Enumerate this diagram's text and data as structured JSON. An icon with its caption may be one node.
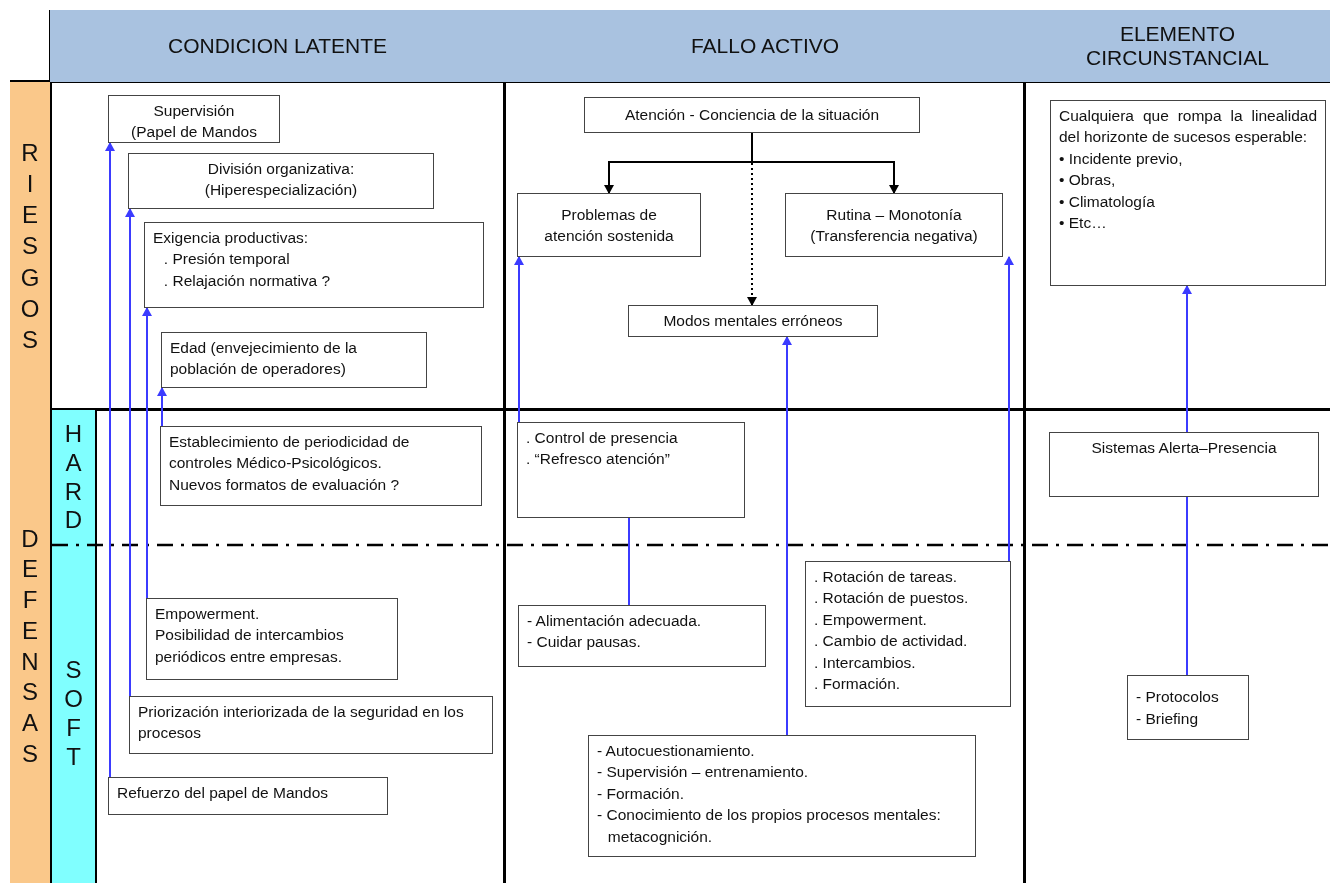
{
  "diagram": {
    "nodes": [
      {
        "text": [
          "CONDICION LATENTE"
        ]
      },
      {
        "text": [
          "FALLO ACTIVO"
        ]
      },
      {
        "text": [
          "ELEMENTO CIRCUNSTANCIAL"
        ]
      },
      {
        "text": [
          "RIESGOS"
        ]
      },
      {
        "text": [
          "DEFENSAS"
        ]
      },
      {
        "text": [
          "HARD"
        ]
      },
      {
        "text": [
          "SOFT"
        ]
      },
      {
        "text": [
          "Supervisión",
          "(Papel de Mandos"
        ]
      },
      {
        "text": [
          "División organizativa:",
          "(Hiperespecialización)"
        ]
      },
      {
        "text": [
          "Exigencia productivas:",
          ". Presión temporal",
          ". Relajación normativa ?"
        ]
      },
      {
        "text": [
          "Edad (envejecimiento de la población de operadores)"
        ]
      },
      {
        "text": [
          "Establecimiento de periodicidad de controles Médico-Psicológicos.",
          "Nuevos formatos de evaluación ?"
        ]
      },
      {
        "text": [
          "Empowerment.",
          "Posibilidad de intercambios periódicos entre empresas."
        ]
      },
      {
        "text": [
          "Priorización interiorizada de la seguridad en los procesos"
        ]
      },
      {
        "text": [
          "Refuerzo del papel de Mandos"
        ]
      },
      {
        "text": [
          "Atención - Conciencia de la situación"
        ]
      },
      {
        "text": [
          "Problemas de",
          "atención sostenida"
        ]
      },
      {
        "text": [
          "Rutina – Monotonía",
          "(Transferencia negativa)"
        ]
      },
      {
        "text": [
          "Modos mentales erróneos"
        ]
      },
      {
        "text": [
          ". Control de presencia",
          ". “Refresco atención”"
        ]
      },
      {
        "text": [
          "- Alimentación adecuada.",
          "- Cuidar pausas."
        ]
      },
      {
        "text": [
          ". Rotación de tareas.",
          ". Rotación de puestos.",
          ". Empowerment.",
          ". Cambio de actividad.",
          ". Intercambios.",
          ". Formación."
        ]
      },
      {
        "text": [
          "- Autocuestionamiento.",
          "- Supervisión – entrenamiento.",
          "- Formación.",
          "- Conocimiento de los propios procesos mentales: metacognición."
        ]
      },
      {
        "text": [
          "Cualquiera que rompa la linealidad del horizonte de sucesos esperable:",
          "• Incidente previo,",
          "• Obras,",
          "• Climatología",
          "• Etc…"
        ]
      },
      {
        "text": [
          "Sistemas Alerta–Presencia"
        ]
      },
      {
        "text": [
          "- Protocolos",
          "- Briefing"
        ]
      }
    ],
    "edges": [
      {
        "from": 14,
        "to": 7,
        "arrow": "to"
      },
      {
        "from": 13,
        "to": 8,
        "arrow": "to"
      },
      {
        "from": 12,
        "to": 9,
        "arrow": "to"
      },
      {
        "from": 11,
        "to": 10,
        "arrow": "to"
      },
      {
        "from": 15,
        "to": 16,
        "arrow": "to",
        "color": "#000000"
      },
      {
        "from": 15,
        "to": 17,
        "arrow": "to",
        "color": "#000000"
      },
      {
        "from": 15,
        "to": 18,
        "arrow": "to",
        "style": "dashed",
        "color": "#000000"
      },
      {
        "from": 19,
        "to": 16,
        "arrow": "to"
      },
      {
        "from": 20,
        "to": 19,
        "arrow": "none"
      },
      {
        "from": 22,
        "to": 18,
        "arrow": "to"
      },
      {
        "from": 21,
        "to": 17,
        "arrow": "to"
      },
      {
        "from": 24,
        "to": 23,
        "arrow": "to"
      },
      {
        "from": 25,
        "to": 24,
        "arrow": "none"
      }
    ]
  }
}
